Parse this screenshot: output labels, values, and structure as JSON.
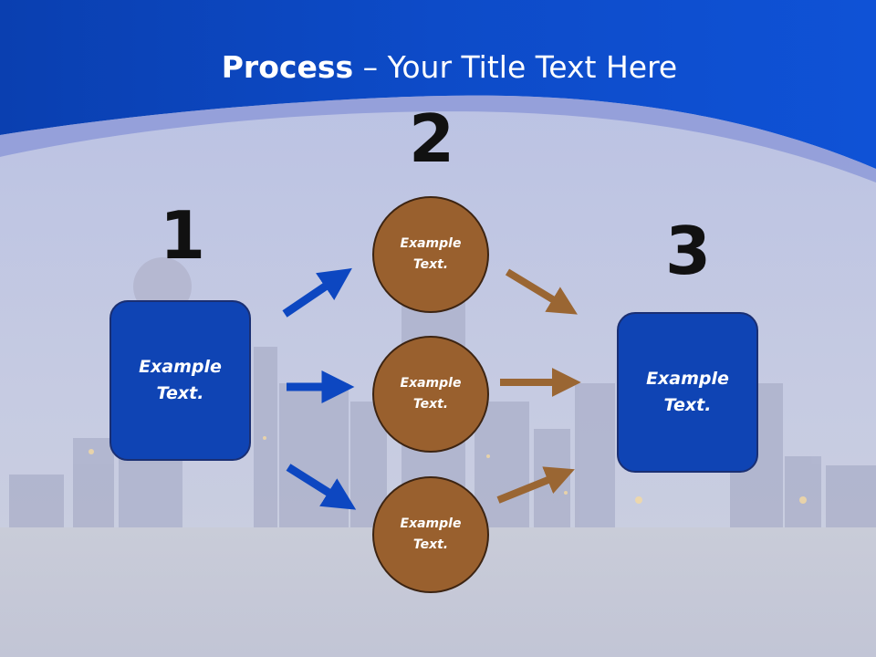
{
  "title": {
    "bold": "Process",
    "rest": " – Your Title Text Here"
  },
  "steps": {
    "one": "1",
    "two": "2",
    "three": "3"
  },
  "nodes": {
    "left_box": "Example\nText.",
    "right_box": "Example\nText.",
    "circle_top": "Example\nText.",
    "circle_middle": "Example\nText.",
    "circle_bottom": "Example\nText."
  },
  "colors": {
    "header_blue": "#0b4bc7",
    "box_blue": "#0f44b4",
    "circle_brown": "#99602e",
    "arrow_blue": "#0d47c1",
    "arrow_brown": "#9a6633"
  }
}
